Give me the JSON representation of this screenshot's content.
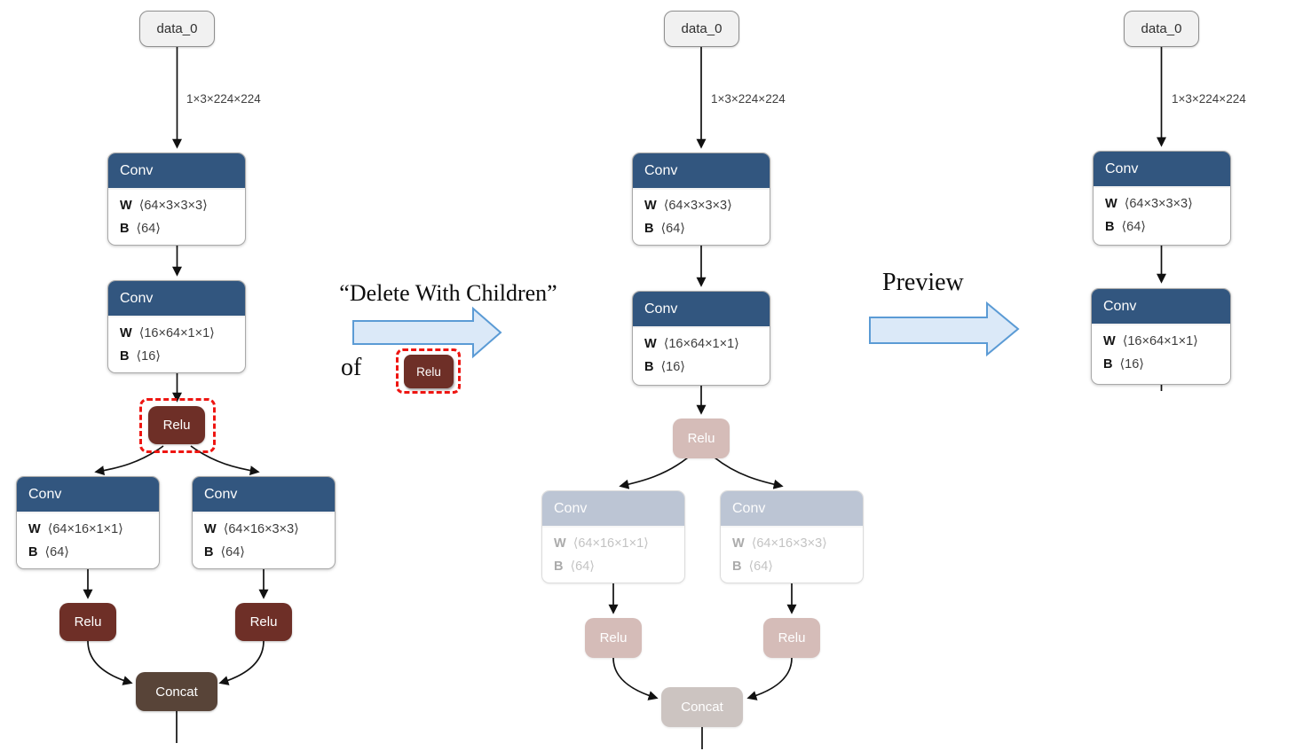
{
  "captions": {
    "action": "“Delete With Children”",
    "of": "of",
    "of_node": "Relu",
    "preview": "Preview"
  },
  "colors": {
    "conv_header_blue": "#32567F",
    "relu_maroon": "#6E2F27",
    "concat_brown": "#584438",
    "faded_conv_header": "#BCC5D4",
    "faded_relu": "#D5BCB8",
    "faded_concat": "#CCC4C1",
    "input_node_gray": "#F1F1F1",
    "block_arrow_fill": "#DBE9F8",
    "block_arrow_border": "#5B9BD5",
    "highlight_red": "#EE1511"
  },
  "graph_original": {
    "input": "data_0",
    "input_shape": "1×3×224×224",
    "conv1": {
      "title": "Conv",
      "w_key": "W",
      "w_shape": "⟨64×3×3×3⟩",
      "b_key": "B",
      "b_shape": "⟨64⟩"
    },
    "conv2": {
      "title": "Conv",
      "w_key": "W",
      "w_shape": "⟨16×64×1×1⟩",
      "b_key": "B",
      "b_shape": "⟨16⟩"
    },
    "relu": "Relu",
    "branch_left_conv": {
      "title": "Conv",
      "w_key": "W",
      "w_shape": "⟨64×16×1×1⟩",
      "b_key": "B",
      "b_shape": "⟨64⟩"
    },
    "branch_right_conv": {
      "title": "Conv",
      "w_key": "W",
      "w_shape": "⟨64×16×3×3⟩",
      "b_key": "B",
      "b_shape": "⟨64⟩"
    },
    "branch_left_relu": "Relu",
    "branch_right_relu": "Relu",
    "concat": "Concat"
  },
  "graph_marked": {
    "input": "data_0",
    "input_shape": "1×3×224×224",
    "conv1": {
      "title": "Conv",
      "w_key": "W",
      "w_shape": "⟨64×3×3×3⟩",
      "b_key": "B",
      "b_shape": "⟨64⟩"
    },
    "conv2": {
      "title": "Conv",
      "w_key": "W",
      "w_shape": "⟨16×64×1×1⟩",
      "b_key": "B",
      "b_shape": "⟨16⟩"
    },
    "relu": "Relu",
    "branch_left_conv": {
      "title": "Conv",
      "w_key": "W",
      "w_shape": "⟨64×16×1×1⟩",
      "b_key": "B",
      "b_shape": "⟨64⟩"
    },
    "branch_right_conv": {
      "title": "Conv",
      "w_key": "W",
      "w_shape": "⟨64×16×3×3⟩",
      "b_key": "B",
      "b_shape": "⟨64⟩"
    },
    "branch_left_relu": "Relu",
    "branch_right_relu": "Relu",
    "concat": "Concat"
  },
  "graph_preview": {
    "input": "data_0",
    "input_shape": "1×3×224×224",
    "conv1": {
      "title": "Conv",
      "w_key": "W",
      "w_shape": "⟨64×3×3×3⟩",
      "b_key": "B",
      "b_shape": "⟨64⟩"
    },
    "conv2": {
      "title": "Conv",
      "w_key": "W",
      "w_shape": "⟨16×64×1×1⟩",
      "b_key": "B",
      "b_shape": "⟨16⟩"
    }
  }
}
